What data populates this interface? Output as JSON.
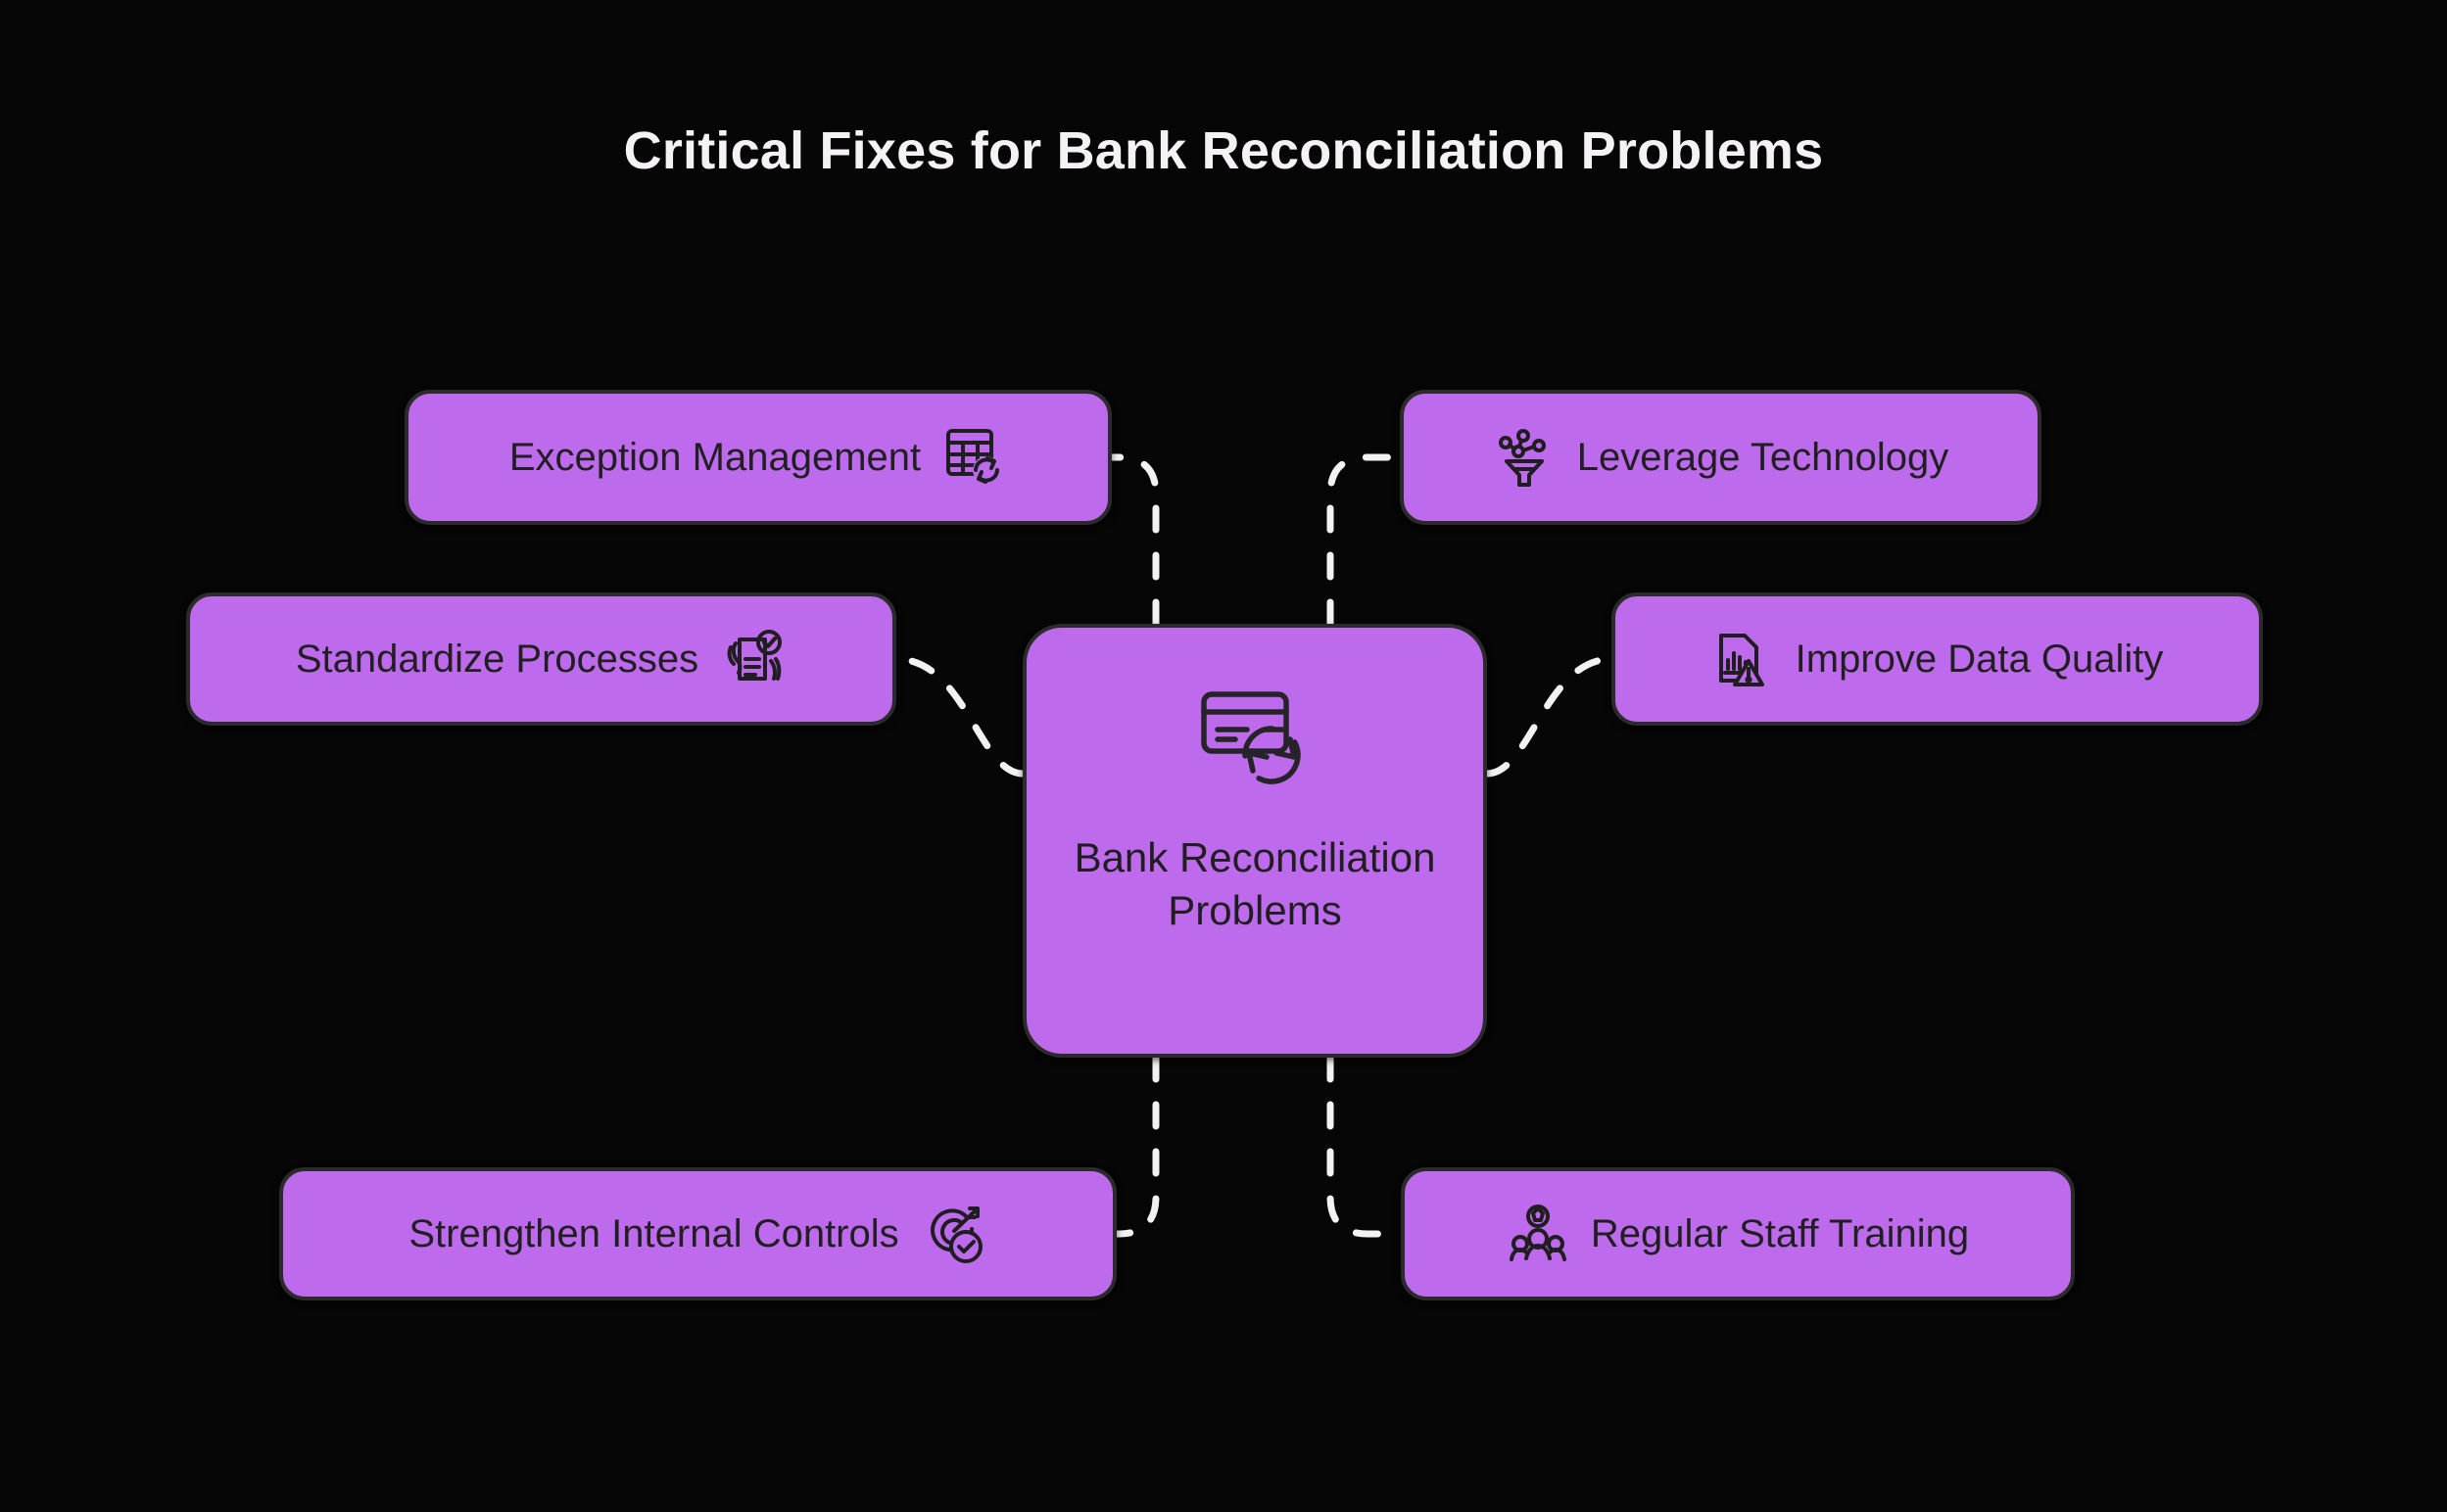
{
  "title": "Critical Fixes for Bank Reconciliation Problems",
  "colors": {
    "background": "#060606",
    "node_fill": "#bd6bec",
    "node_border": "#2b2b2b",
    "node_text": "#201e21",
    "title_text": "#f4f2f5",
    "connector": "#f2f2f2"
  },
  "center": {
    "label": "Bank Reconciliation Problems",
    "icon": "credit-card-sync-icon"
  },
  "nodes": [
    {
      "id": "exception",
      "label": "Exception Management",
      "icon": "table-sync-icon",
      "icon_side": "right",
      "side": "left"
    },
    {
      "id": "standardize",
      "label": "Standardize Processes",
      "icon": "checklist-hand-icon",
      "icon_side": "right",
      "side": "left"
    },
    {
      "id": "strengthen",
      "label": "Strengthen Internal Controls",
      "icon": "target-arrow-check-icon",
      "icon_side": "right",
      "side": "left"
    },
    {
      "id": "leverage",
      "label": "Leverage Technology",
      "icon": "network-funnel-icon",
      "icon_side": "left",
      "side": "right"
    },
    {
      "id": "dataquality",
      "label": "Improve Data Quality",
      "icon": "document-chart-warning-icon",
      "icon_side": "left",
      "side": "right"
    },
    {
      "id": "training",
      "label": "Regular Staff Training",
      "icon": "people-group-icon",
      "icon_side": "left",
      "side": "right"
    }
  ],
  "connectors": [
    {
      "from": "center",
      "to": "exception",
      "style": "dashed"
    },
    {
      "from": "center",
      "to": "standardize",
      "style": "dashed"
    },
    {
      "from": "center",
      "to": "strengthen",
      "style": "dashed"
    },
    {
      "from": "center",
      "to": "leverage",
      "style": "dashed"
    },
    {
      "from": "center",
      "to": "dataquality",
      "style": "dashed"
    },
    {
      "from": "center",
      "to": "training",
      "style": "dashed"
    }
  ]
}
